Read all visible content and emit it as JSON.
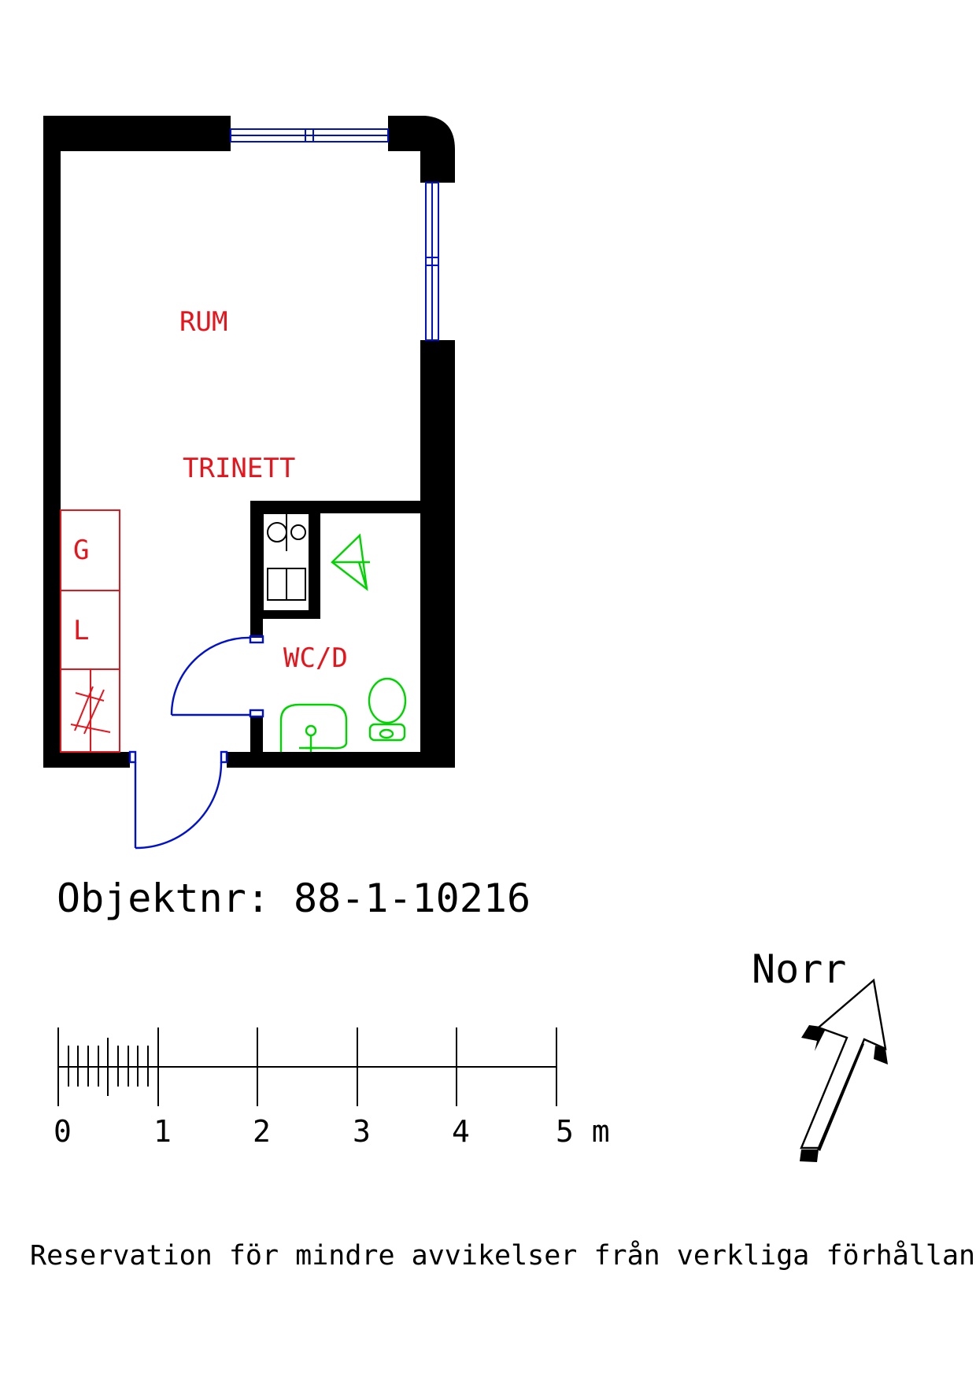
{
  "rooms": {
    "rum": "RUM",
    "trinett": "TRINETT",
    "wcd": "WC/D"
  },
  "cabinets": {
    "g": "G",
    "l": "L"
  },
  "object_number": "Objektnr: 88-1-10216",
  "scale": {
    "labels": [
      "0",
      "1",
      "2",
      "3",
      "4",
      "5 m"
    ]
  },
  "north_label": "Norr",
  "disclaimer": "Reservation för mindre avvikelser från verkliga förhållanden",
  "colors": {
    "walls": "#000000",
    "room_labels": "#e8141c",
    "windows_doors": "#0010d0",
    "fixtures": "#00d400"
  }
}
